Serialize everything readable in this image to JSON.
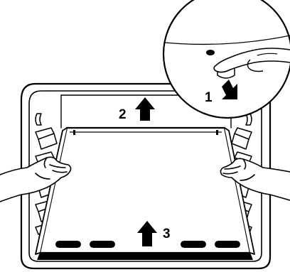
{
  "diagram": {
    "subject": "oven-back-panel-removal",
    "steps": [
      {
        "number": "1",
        "icon": "arrow-down-right-icon"
      },
      {
        "number": "2",
        "icon": "arrow-up-icon"
      },
      {
        "number": "3",
        "icon": "arrow-up-icon"
      }
    ],
    "colors": {
      "line": "#000000",
      "fill": "#ffffff"
    }
  }
}
